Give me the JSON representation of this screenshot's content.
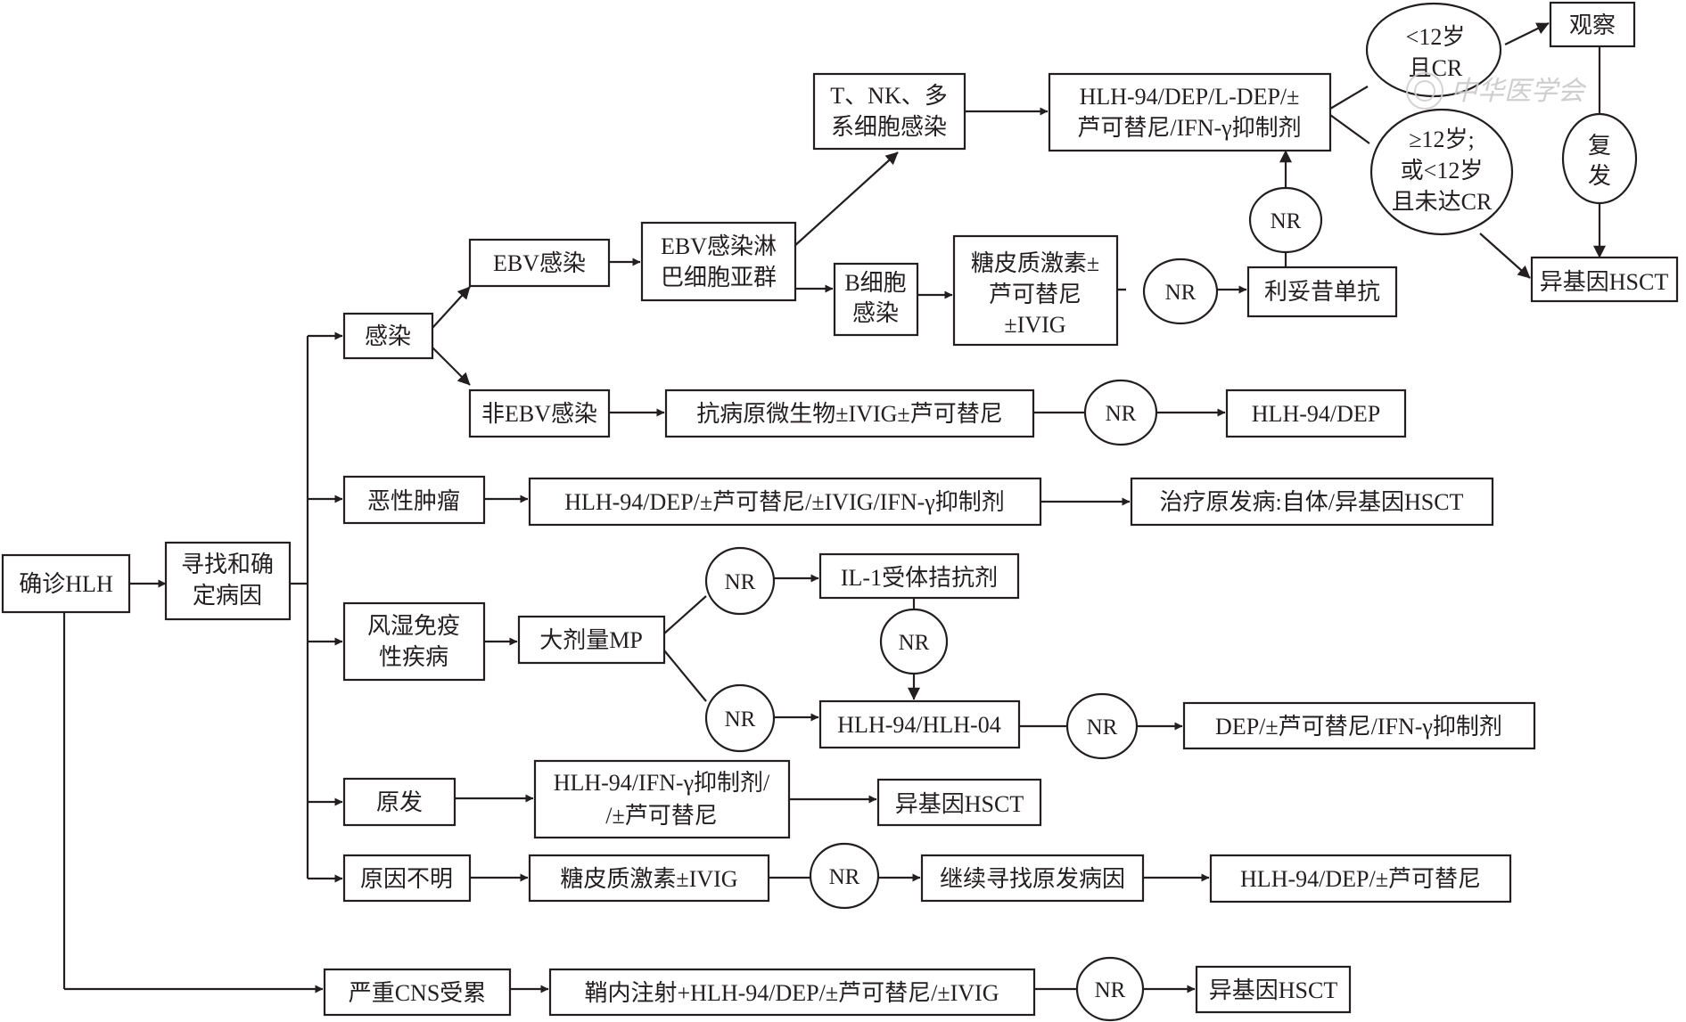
{
  "nodes": {
    "diagnose": "确诊HLH",
    "find_cause": [
      "寻找和确",
      "定病因"
    ],
    "infection": "感染",
    "ebv": "EBV感染",
    "non_ebv": "非EBV感染",
    "ebv_subgroup": [
      "EBV感染淋",
      "巴细胞亚群"
    ],
    "tnk": [
      "T、NK、多",
      "系细胞感染"
    ],
    "b_cell": [
      "B细胞",
      "感染"
    ],
    "hlh94_dep_ldep": [
      "HLH-94/DEP/L-DEP/±",
      "芦可替尼/IFN-γ抑制剂"
    ],
    "steroid_rux_ivig": [
      "糖皮质激素±",
      "芦可替尼",
      "±IVIG"
    ],
    "rituximab": "利妥昔单抗",
    "age_lt12_cr": [
      "<12岁",
      "且CR"
    ],
    "age_ge12": [
      "≥12岁;",
      "或<12岁",
      "且未达CR"
    ],
    "observe": "观察",
    "relapse": [
      "复",
      "发"
    ],
    "allo_hsct_top": "异基因HSCT",
    "antimicrobial": "抗病原微生物±IVIG±芦可替尼",
    "hlh94_dep_a": "HLH-94/DEP",
    "malignancy": "恶性肿瘤",
    "malig_treat": "HLH-94/DEP/±芦可替尼/±IVIG/IFN-γ抑制剂",
    "treat_primary": "治疗原发病:自体/异基因HSCT",
    "rheum": [
      "风湿免疫",
      "性疾病"
    ],
    "high_mp": "大剂量MP",
    "il1": "IL-1受体拮抗剂",
    "hlh94_hlh04": "HLH-94/HLH-04",
    "dep_rux_ifn": "DEP/±芦可替尼/IFN-γ抑制剂",
    "primary": "原发",
    "primary_treat": [
      "HLH-94/IFN-γ抑制剂/",
      "/±芦可替尼"
    ],
    "allo_hsct_primary": "异基因HSCT",
    "unknown": "原因不明",
    "steroid_ivig": "糖皮质激素±IVIG",
    "continue_search": "继续寻找原发病因",
    "hlh94_dep_rux": "HLH-94/DEP/±芦可替尼",
    "cns": "严重CNS受累",
    "intrathecal": "鞘内注射+HLH-94/DEP/±芦可替尼/±IVIG",
    "allo_hsct_cns": "异基因HSCT"
  },
  "nr_label": "NR",
  "watermark": "中华医学会"
}
